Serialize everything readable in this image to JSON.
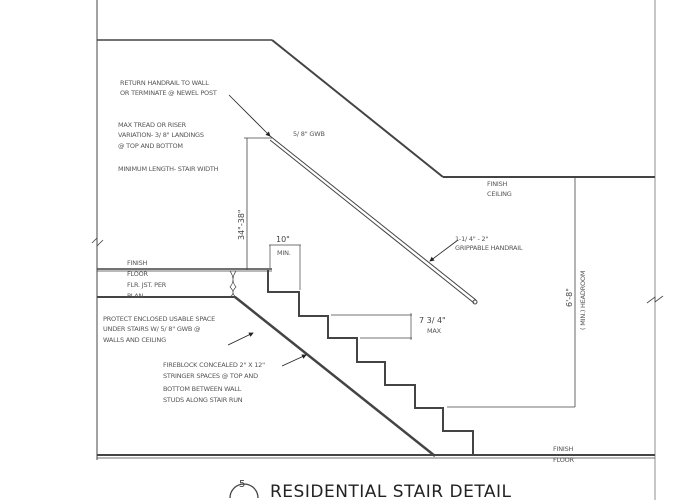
{
  "drawing": {
    "title": "RESIDENTIAL STAIR DETAIL",
    "detail_number": "5",
    "notes": {
      "return_handrail": [
        "RETURN HANDRAIL TO WALL",
        "OR TERMINATE @ NEWEL POST"
      ],
      "max_tread": [
        "MAX TREAD OR RISER",
        "VARIATION- 3/ 8\" LANDINGS",
        "@ TOP AND BOTTOM"
      ],
      "min_length": "MINIMUM LENGTH- STAIR WIDTH",
      "gwb": "5/ 8\" GWB",
      "finish_ceiling": [
        "FINISH",
        "CEILING"
      ],
      "handrail": [
        "1-1/ 4\" - 2\"",
        "GRIPPABLE HANDRAIL"
      ],
      "finish_floor_upper": [
        "FINISH",
        "FLOOR",
        "FLR. JST. PER",
        "PLAN"
      ],
      "protect_space": [
        "PROTECT ENCLOSED USABLE SPACE",
        "UNDER STAIRS W/ 5/ 8\" GWB @",
        "WALLS AND CEILING"
      ],
      "fireblock": [
        "FIREBLOCK CONCEALED 2\" X 12\"",
        "STRINGER SPACES @ TOP AND",
        "BOTTOM BETWEEN WALL",
        "STUDS ALONG STAIR RUN"
      ],
      "finish_floor_lower": [
        "FINISH",
        "FLOOR"
      ]
    },
    "dimensions": {
      "handrail_height": "34\"-38\"",
      "tread": "10\"",
      "tread_note": "MIN.",
      "riser": "7 3/ 4\"",
      "riser_note": "MAX",
      "headroom": "6'-8\"",
      "headroom_note": "( MIN.) HEADROOM"
    }
  }
}
